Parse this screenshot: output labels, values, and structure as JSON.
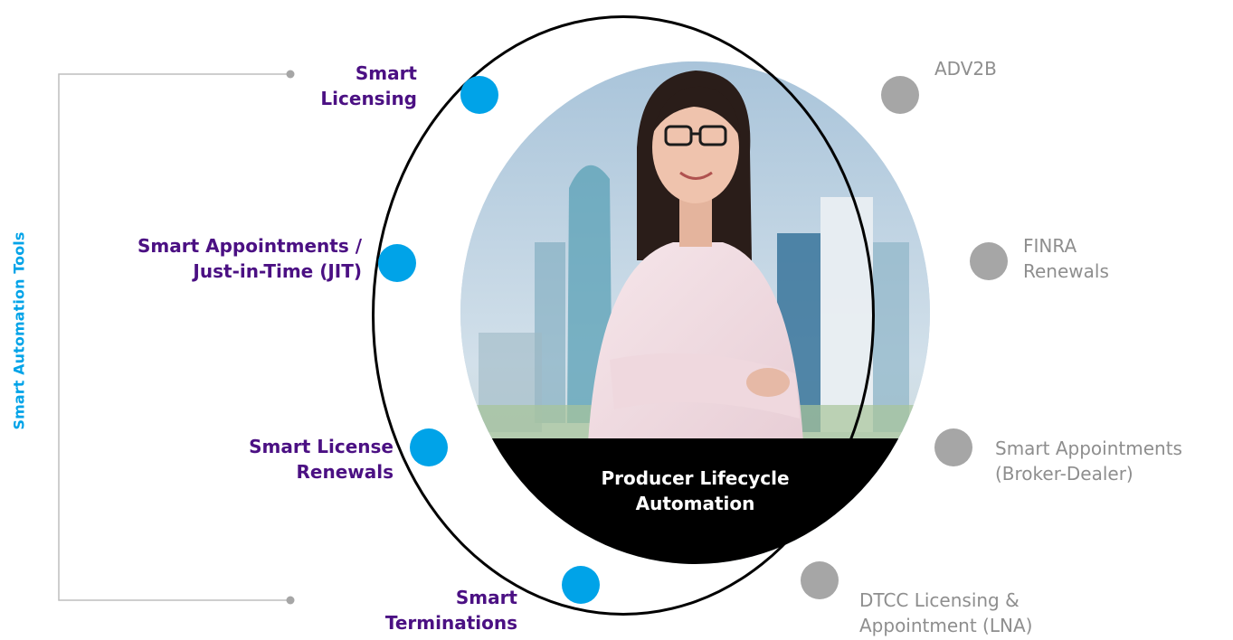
{
  "side_label": "Smart Automation Tools",
  "center": {
    "line1": "Producer Lifecycle",
    "line2": "Automation"
  },
  "left_items": [
    {
      "line1": "Smart",
      "line2": "Licensing"
    },
    {
      "line1": "Smart Appointments /",
      "line2": "Just-in-Time (JIT)"
    },
    {
      "line1": "Smart License",
      "line2": "Renewals"
    },
    {
      "line1": "Smart",
      "line2": "Terminations"
    }
  ],
  "right_items": [
    {
      "line1": "ADV2B",
      "line2": ""
    },
    {
      "line1": "FINRA",
      "line2": "Renewals"
    },
    {
      "line1": "Smart Appointments",
      "line2": "(Broker-Dealer)"
    },
    {
      "line1": "DTCC Licensing &",
      "line2": "Appointment (LNA)"
    }
  ],
  "colors": {
    "accent_blue": "#00a3e8",
    "left_text_purple": "#4b1083",
    "right_text_gray": "#8e8e8e",
    "gray_dot": "#a6a6a6",
    "ring": "#000000"
  }
}
